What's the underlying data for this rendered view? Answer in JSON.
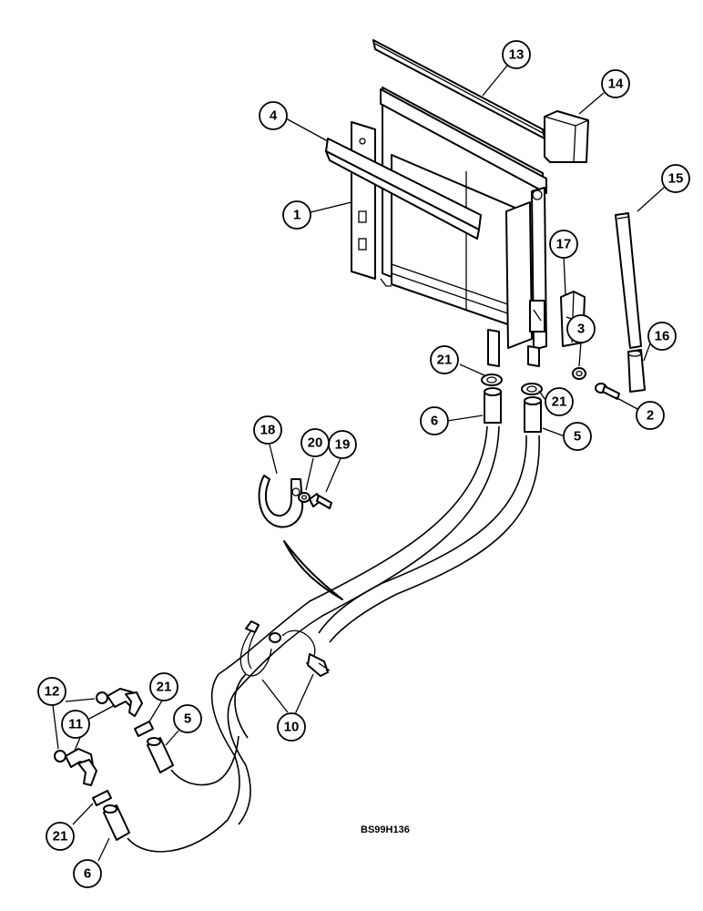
{
  "reference_code": "BS99H136",
  "callouts": [
    {
      "id": "c1",
      "label": "1"
    },
    {
      "id": "c2",
      "label": "2"
    },
    {
      "id": "c3",
      "label": "3"
    },
    {
      "id": "c4",
      "label": "4"
    },
    {
      "id": "c5a",
      "label": "5"
    },
    {
      "id": "c5b",
      "label": "5"
    },
    {
      "id": "c6a",
      "label": "6"
    },
    {
      "id": "c6b",
      "label": "6"
    },
    {
      "id": "c10",
      "label": "10"
    },
    {
      "id": "c11",
      "label": "11"
    },
    {
      "id": "c12",
      "label": "12"
    },
    {
      "id": "c13",
      "label": "13"
    },
    {
      "id": "c14",
      "label": "14"
    },
    {
      "id": "c15",
      "label": "15"
    },
    {
      "id": "c16",
      "label": "16"
    },
    {
      "id": "c17",
      "label": "17"
    },
    {
      "id": "c18",
      "label": "18"
    },
    {
      "id": "c19",
      "label": "19"
    },
    {
      "id": "c20",
      "label": "20"
    },
    {
      "id": "c21a",
      "label": "21"
    },
    {
      "id": "c21b",
      "label": "21"
    },
    {
      "id": "c21c",
      "label": "21"
    },
    {
      "id": "c21d",
      "label": "21"
    }
  ]
}
